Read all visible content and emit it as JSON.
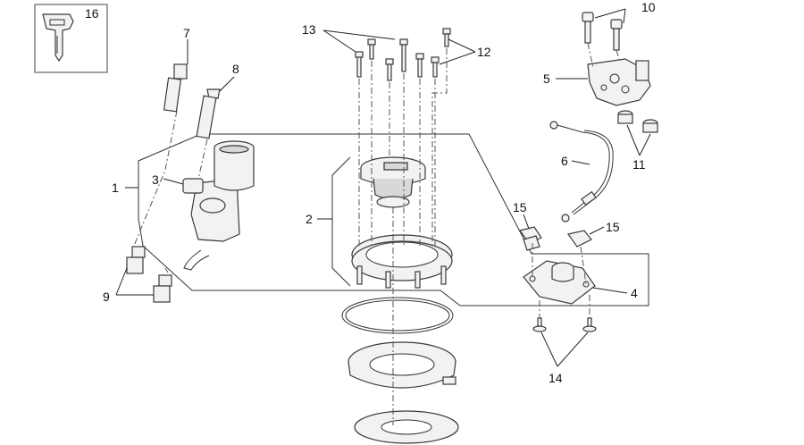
{
  "callouts": {
    "c1": "1",
    "c2": "2",
    "c3": "3",
    "c4": "4",
    "c5": "5",
    "c6": "6",
    "c7": "7",
    "c8": "8",
    "c9": "9",
    "c10": "10",
    "c11": "11",
    "c12": "12",
    "c13": "13",
    "c14": "14",
    "c15a": "15",
    "c15b": "15",
    "c16": "16"
  },
  "colors": {
    "line": "#333333",
    "fill": "#f2f2f2",
    "background": "#ffffff"
  }
}
